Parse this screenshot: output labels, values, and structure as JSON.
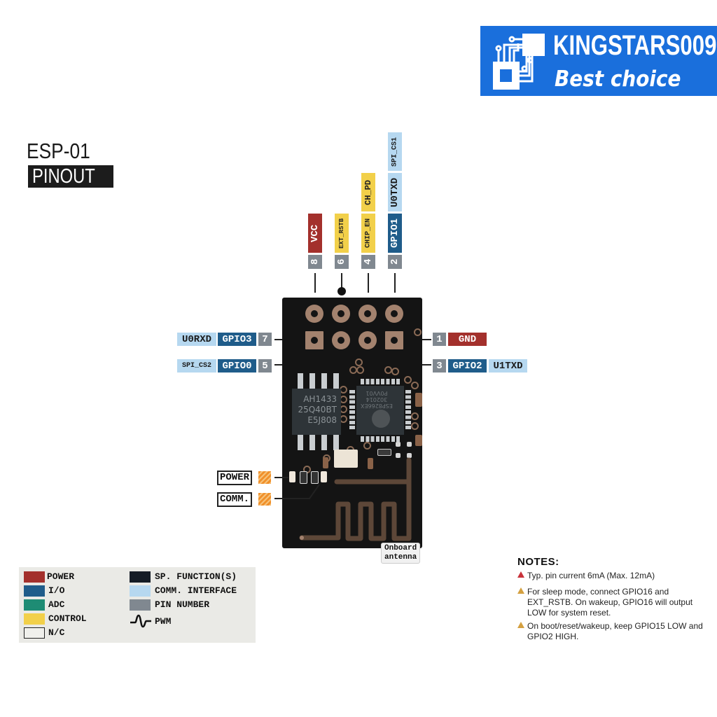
{
  "brand": {
    "name": "KINGSTARS009",
    "tagline": "Best choice",
    "color": "#1a6fdc",
    "icon": "circuit-chip-icon"
  },
  "title": "ESP-01",
  "subtitle": "PINOUT",
  "colors": {
    "power": "#a3302c",
    "io": "#1f5c8a",
    "adc": "#1e8c74",
    "control": "#f2d04a",
    "nc": "#f0f0ec",
    "sp_function": "#151c26",
    "comm": "#b6d8f0",
    "pin_number": "#808890"
  },
  "top_pins": [
    {
      "pin": "8",
      "labels": [
        "VCC"
      ]
    },
    {
      "pin": "6",
      "labels": [
        "EXT_RSTB"
      ]
    },
    {
      "pin": "4",
      "labels": [
        "CHIP_EN",
        "CH_PD"
      ]
    },
    {
      "pin": "2",
      "labels": [
        "GPIO1",
        "U0TXD",
        "SPI_CS1"
      ]
    }
  ],
  "left_pins": [
    {
      "pin": "7",
      "labels": [
        "GPIO3",
        "U0RXD"
      ]
    },
    {
      "pin": "5",
      "labels": [
        "GPIO0",
        "SPI_CS2"
      ]
    }
  ],
  "right_pins": [
    {
      "pin": "1",
      "labels": [
        "GND"
      ]
    },
    {
      "pin": "3",
      "labels": [
        "GPIO2",
        "U1TXD"
      ]
    }
  ],
  "chips": {
    "flash": [
      "AH1433",
      "25Q40BT",
      "E5J808"
    ],
    "soc": [
      "ESP8266EX",
      "302014",
      "P0VV01"
    ]
  },
  "leds": {
    "power": "POWER",
    "comm": "COMM."
  },
  "antenna_label": [
    "Onboard",
    "antenna"
  ],
  "legend": [
    {
      "label": "POWER",
      "key": "power"
    },
    {
      "label": "I/O",
      "key": "io"
    },
    {
      "label": "ADC",
      "key": "adc"
    },
    {
      "label": "CONTROL",
      "key": "control"
    },
    {
      "label": "N/C",
      "key": "nc"
    },
    {
      "label": "SP. FUNCTION(S)",
      "key": "sp_function"
    },
    {
      "label": "COMM. INTERFACE",
      "key": "comm"
    },
    {
      "label": "PIN NUMBER",
      "key": "pin_number"
    },
    {
      "label": "PWM",
      "key": "pwm"
    }
  ],
  "notes": {
    "heading": "NOTES:",
    "items": [
      {
        "text": "Typ. pin current 6mA (Max. 12mA)",
        "severity": "danger"
      },
      {
        "text": "For sleep mode, connect GPIO16 and EXT_RSTB. On wakeup, GPIO16 will output LOW for system reset.",
        "severity": "warning"
      },
      {
        "text": "On boot/reset/wakeup, keep GPIO15 LOW and GPIO2 HIGH.",
        "severity": "warning"
      }
    ]
  }
}
